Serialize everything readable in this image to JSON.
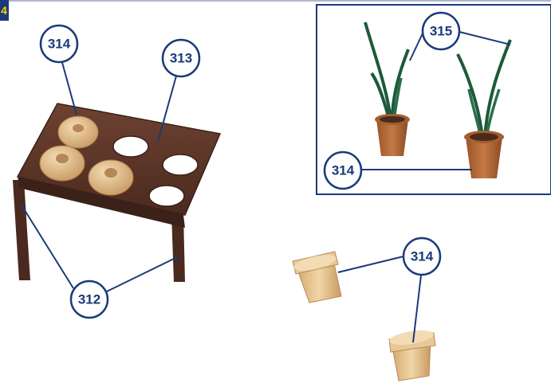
{
  "step_badge": "4",
  "colors": {
    "callout_line": "#1a3a7a",
    "step_badge_bg": "#1a3a7a",
    "step_badge_text": "#ffd200",
    "table_brown": "#5b3426",
    "pot_terracotta": "#b46a3a",
    "pot_unfinished": "#e2c08c",
    "plant_green": "#1c5a3a"
  },
  "callouts": {
    "table_ring_top": "314",
    "table": "313",
    "table_legs": "312",
    "inset_plants": "315",
    "inset_pots": "314",
    "loose_pots": "314"
  }
}
